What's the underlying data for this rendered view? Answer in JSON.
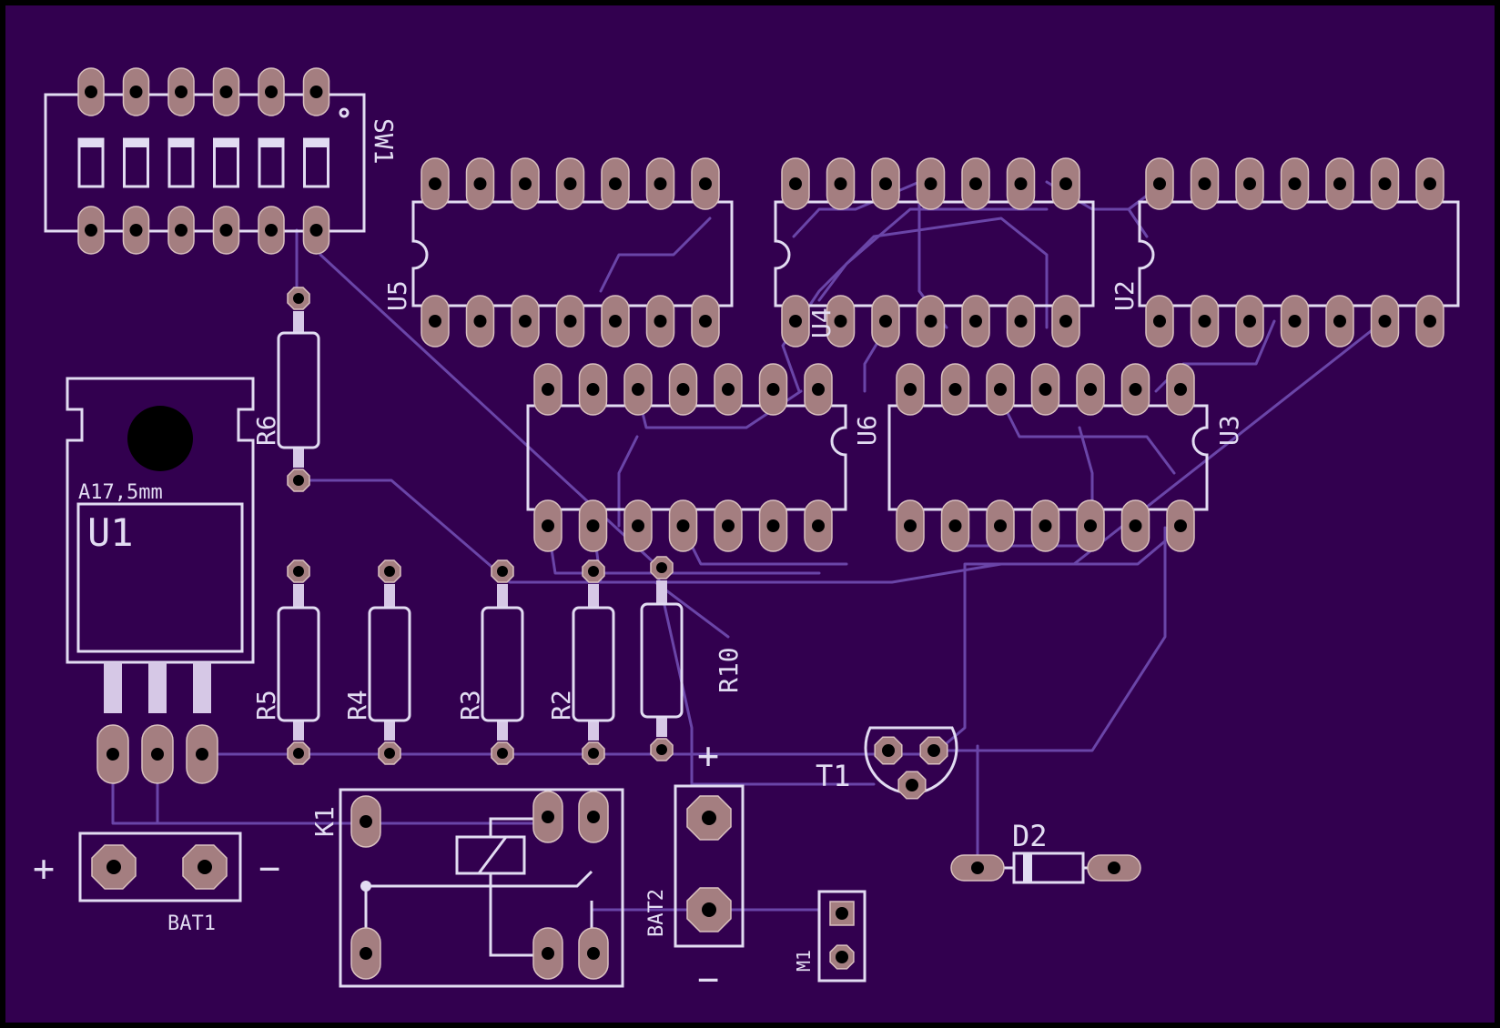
{
  "board": {
    "background": "#32004f",
    "silkscreen_color": "#e2dcf2",
    "pad_color": "#a47e80",
    "trace_color": "#6a45a8"
  },
  "components": {
    "sw1": "SW1",
    "u5": "U5",
    "u4": "U4",
    "u2": "U2",
    "u6": "U6",
    "u3": "U3",
    "u1": "U1",
    "heatsink": "A17,5mm",
    "r6": "R6",
    "r5": "R5",
    "r4": "R4",
    "r3": "R3",
    "r2": "R2",
    "r10": "R10",
    "k1": "K1",
    "bat1": "BAT1",
    "bat2": "BAT2",
    "t1": "T1",
    "d2": "D2",
    "m1": "M1"
  },
  "polarity": {
    "plus": "+",
    "minus": "−"
  }
}
